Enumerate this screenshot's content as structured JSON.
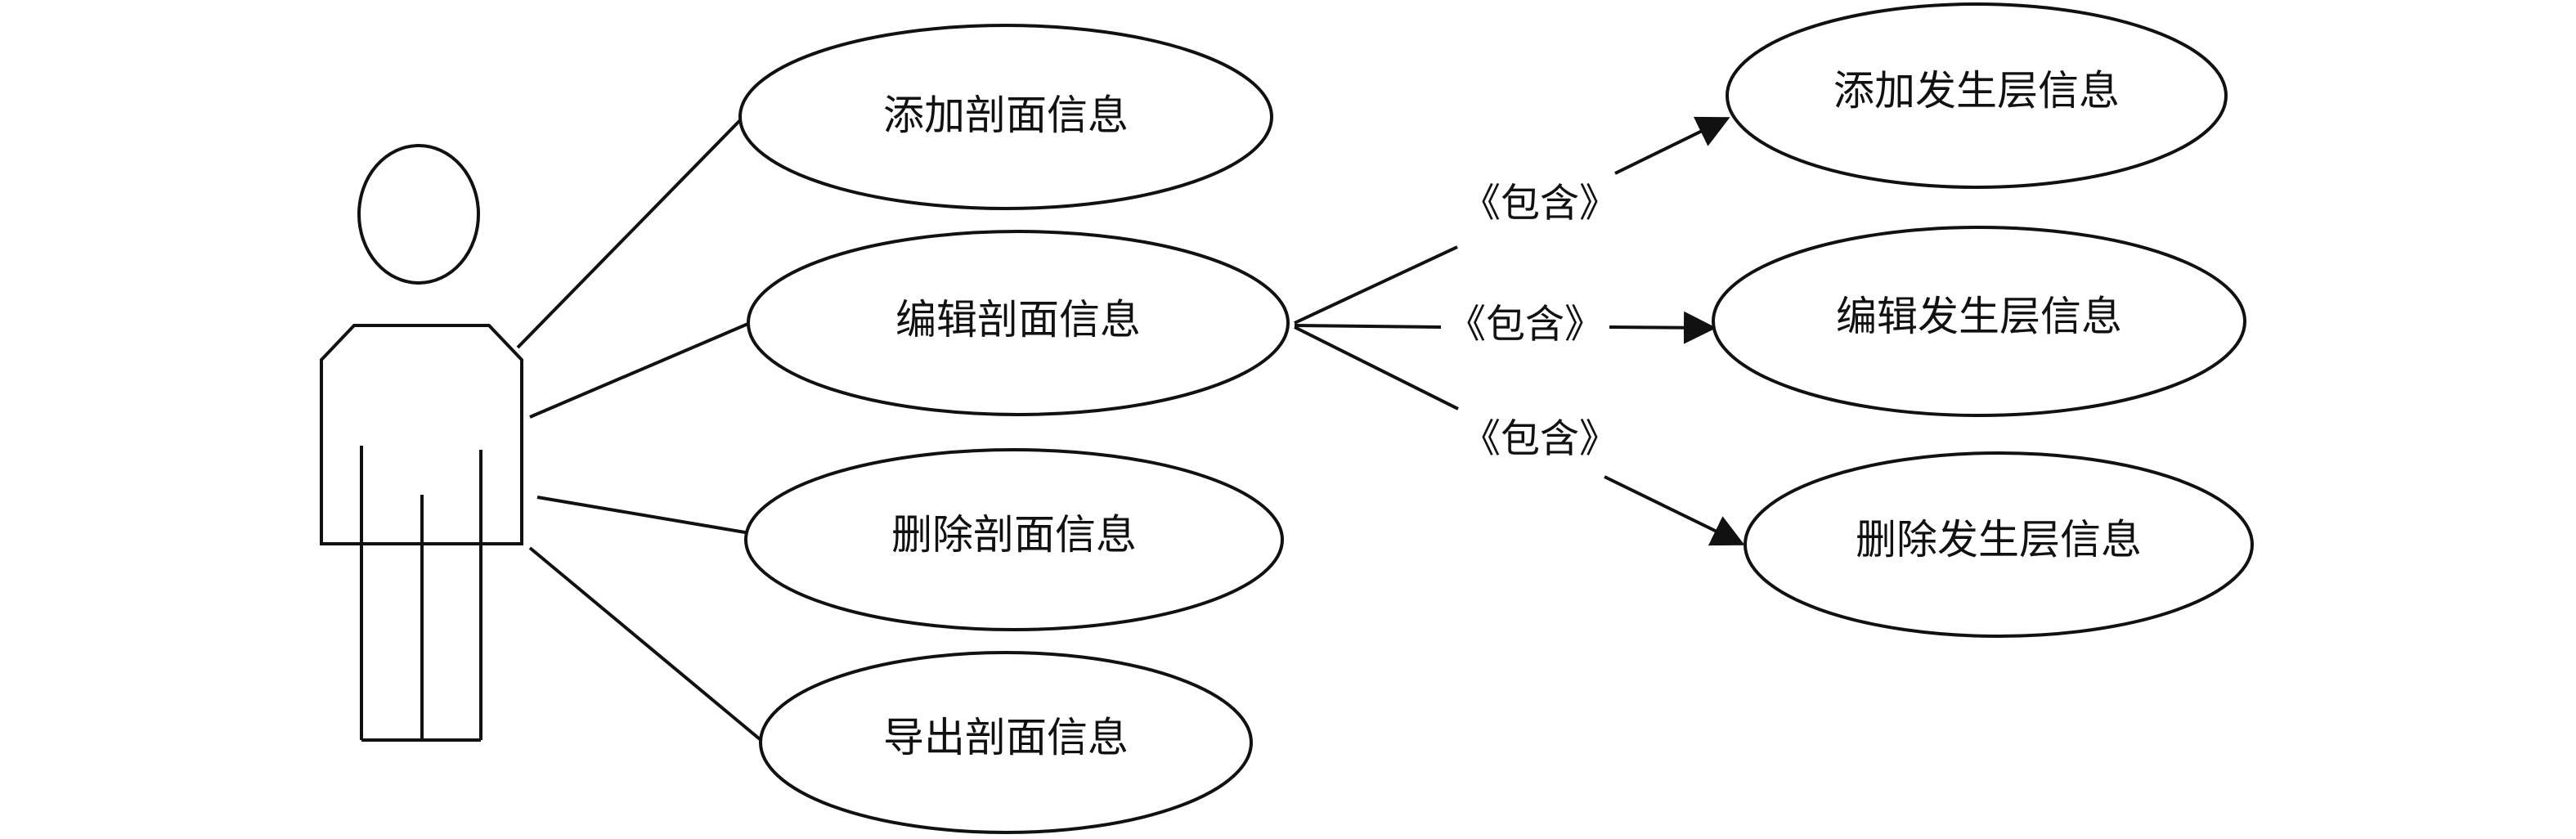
{
  "use_cases_left": [
    {
      "label": "添加剖面信息"
    },
    {
      "label": "编辑剖面信息"
    },
    {
      "label": "删除剖面信息"
    },
    {
      "label": "导出剖面信息"
    }
  ],
  "use_cases_right": [
    {
      "label": "添加发生层信息"
    },
    {
      "label": "编辑发生层信息"
    },
    {
      "label": "删除发生层信息"
    }
  ],
  "include_labels": [
    "《包含》",
    "《包含》",
    "《包含》"
  ],
  "colors": {
    "stroke": "#111111",
    "background": "#ffffff"
  }
}
